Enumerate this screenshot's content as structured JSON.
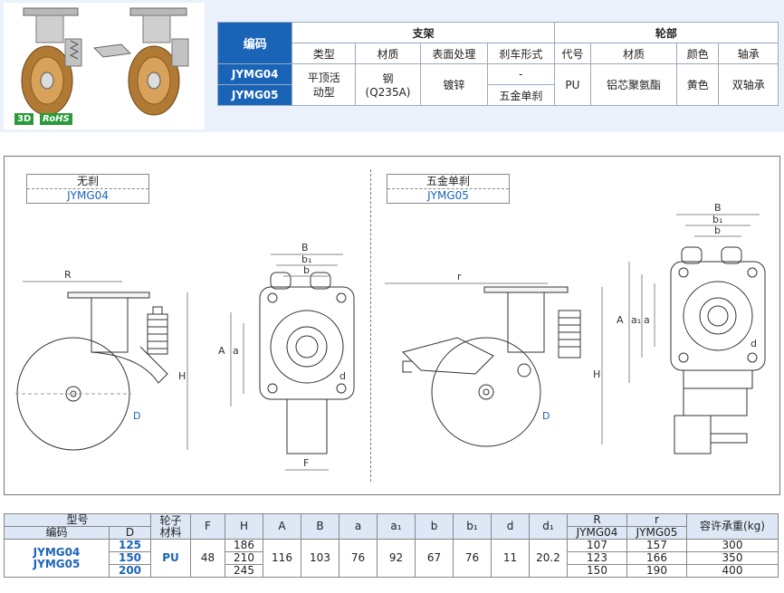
{
  "header": {
    "badge_3d": "3D",
    "badge_rohs": "RoHS"
  },
  "spec_table": {
    "code_label": "编码",
    "group_bracket": "支架",
    "group_wheel": "轮部",
    "cols": [
      "类型",
      "材质",
      "表面处理",
      "刹车形式",
      "代号",
      "材质",
      "颜色",
      "轴承"
    ],
    "codes": [
      "JYMG04",
      "JYMG05"
    ],
    "type": "平顶活动型",
    "material": "钢",
    "material_sub": "(Q235A)",
    "surface": "镀锌",
    "brake": [
      "-",
      "五金单刹"
    ],
    "wheel_code": "PU",
    "wheel_material": "铝芯聚氨酯",
    "color": "黄色",
    "bearing": "双轴承"
  },
  "drawing": {
    "left_label": {
      "title": "无刹",
      "code": "JYMG04"
    },
    "right_label": {
      "title": "五金单刹",
      "code": "JYMG05"
    },
    "dims": {
      "R": "R",
      "r": "r",
      "H": "H",
      "D": "D",
      "A": "A",
      "a": "a",
      "a1": "a₁",
      "B": "B",
      "b": "b",
      "b1": "b₁",
      "d": "d",
      "F": "F"
    }
  },
  "dims_table": {
    "h_model": "型号",
    "h_code": "编码",
    "h_D": "D",
    "h_wheel": "轮子材料",
    "cols": [
      "F",
      "H",
      "A",
      "B",
      "a",
      "a₁",
      "b",
      "b₁",
      "d",
      "d₁"
    ],
    "h_R": "R",
    "h_r": "r",
    "h_R_sub": "JYMG04",
    "h_r_sub": "JYMG05",
    "h_load": "容许承重(kg)",
    "codes": [
      "JYMG04",
      "JYMG05"
    ],
    "wheel": "PU",
    "F": "48",
    "A": "116",
    "B": "103",
    "a": "76",
    "a1": "92",
    "b": "67",
    "b1": "76",
    "d": "11",
    "d1": "20.2",
    "rows": [
      {
        "D": "125",
        "H": "186",
        "R": "107",
        "r": "157",
        "load": "300"
      },
      {
        "D": "150",
        "H": "210",
        "R": "123",
        "r": "166",
        "load": "350"
      },
      {
        "D": "200",
        "H": "245",
        "R": "150",
        "r": "190",
        "load": "400"
      }
    ]
  }
}
